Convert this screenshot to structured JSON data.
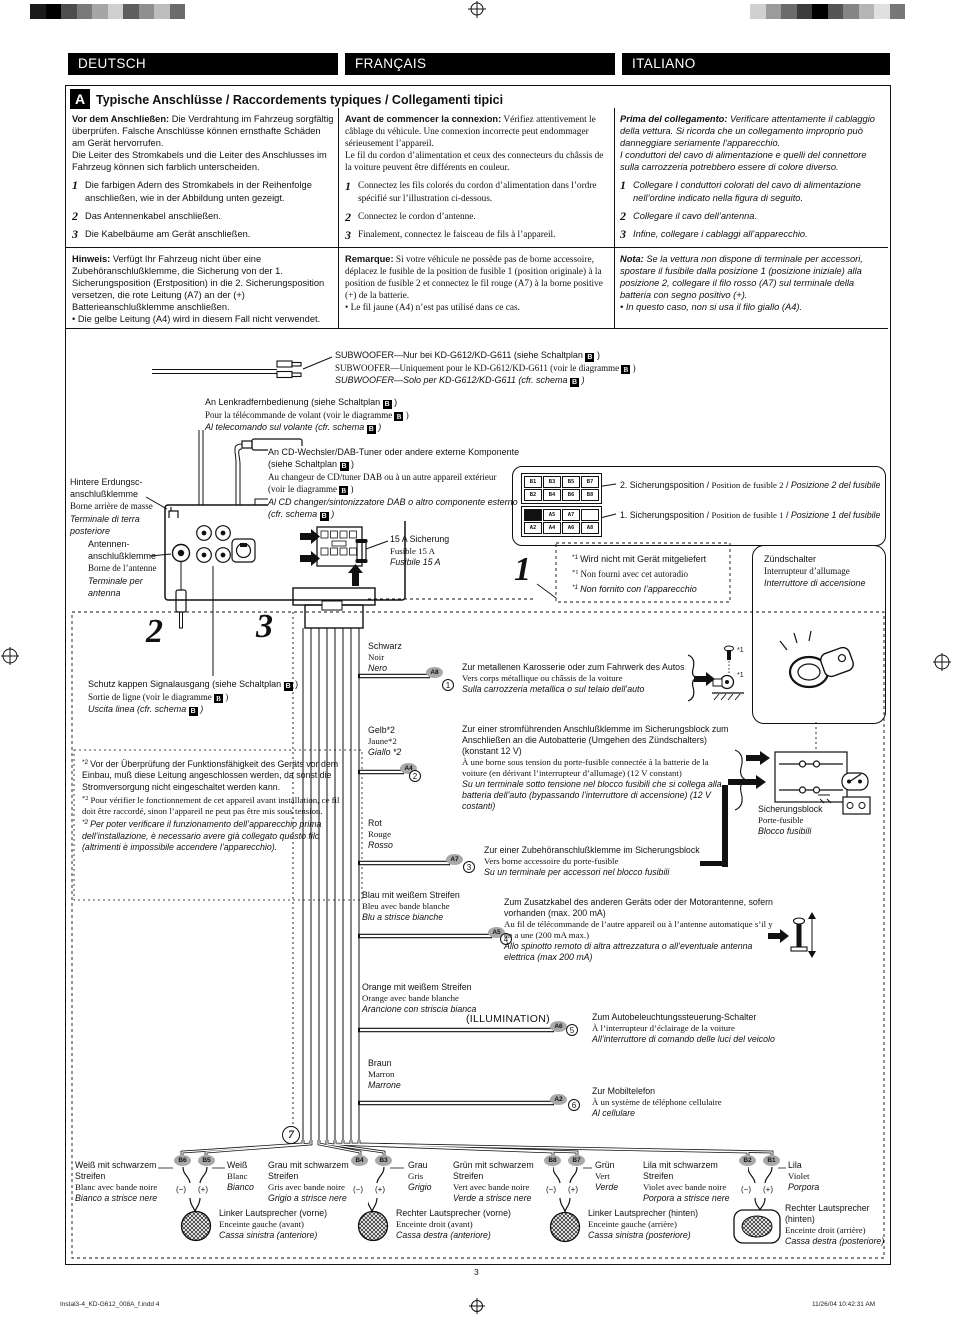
{
  "page": {
    "page_number": "3",
    "footer_left": "Instal3-4_KD-G612_008A_f.indd   4",
    "footer_right": "11/26/04   10:42:31 AM",
    "step_nums": [
      "1",
      "2",
      "3"
    ],
    "sep": " / "
  },
  "headers": {
    "de": "DEUTSCH",
    "fr": "FRANÇAIS",
    "it": "ITALIANO"
  },
  "section": {
    "letter": "A",
    "title": "Typische Anschlüsse / Raccordements typiques / Collegamenti tipici"
  },
  "intro": {
    "de": {
      "lead_b": "Vor dem Anschließen:",
      "lead": " Die Verdrahtung im Fahrzeug sorgfältig überprüfen. Falsche Anschlüsse können ernsthafte Schäden am Gerät hervorrufen.",
      "para2": "Die Leiter des Stromkabels und die Leiter des Anschlusses im Fahrzeug können sich farblich unterscheiden.",
      "steps": [
        "Die farbigen Adern des Stromkabels in der Reihenfolge anschließen, wie in der Abbildung unten gezeigt.",
        "Das Antennenkabel anschließen.",
        "Die Kabelbäume am Gerät anschließen."
      ]
    },
    "fr": {
      "lead_b": "Avant de commencer la connexion:",
      "lead": " Vérifiez attentivement le câblage du véhicule. Une connexion incorrecte peut endommager sérieusement l’appareil.",
      "para2": "Le fil du cordon d’alimentation et ceux des connecteurs du châssis de la voiture peuvent être différents en couleur.",
      "steps": [
        "Connectez les fils colorés du cordon d’alimentation dans l’ordre spécifié sur l’illustration ci-dessous.",
        "Connectez le cordon d’antenne.",
        "Finalement, connectez le faisceau de fils à l’appareil."
      ]
    },
    "it": {
      "lead_b": "Prima del collegamento:",
      "lead": " Verificare attentamente il cablaggio della vettura. Si ricorda che un collegamento improprio può danneggiare seriamente l’apparecchio.",
      "para2": "I conduttori del cavo di alimentazione e quelli del connettore sulla carrozzeria potrebbero essere di colore diverso.",
      "steps": [
        "Collegare I conduttori colorati del cavo di alimentazione nell’ordine indicato nella figura di seguito.",
        "Collegare il cavo dell’antenna.",
        "Infine, collegare i cablaggi all’apparecchio."
      ]
    }
  },
  "notes": {
    "de": {
      "b": "Hinweis:",
      "t": " Verfügt Ihr Fahrzeug nicht über eine Zubehöranschlußklemme, die Sicherung von der 1. Sicherungsposition (Erstposition) in die 2. Sicherungsposition versetzen, die rote Leitung (A7) an der (+) Batterieanschlußklemme anschließen.",
      "bullet": "• Die gelbe Leitung (A4) wird in diesem Fall nicht verwendet."
    },
    "fr": {
      "b": "Remarque:",
      "t": " Si votre véhicule ne possède pas de borne accessoire, déplacez le fusible de la position de fusible 1 (position originale) à la position de fusible 2 et connectez le fil rouge (A7) à la borne positive (+) de la batterie.",
      "bullet": "• Le fil jaune (A4) n’est pas utilisé dans ce cas."
    },
    "it": {
      "b": "Nota:",
      "t": " Se la vettura non dispone di terminale per accessori, spostare il fusibile dalla posizione 1 (posizione iniziale) alla posizione 2, collegare il filo rosso (A7) sul terminale della batteria con segno positivo (+).",
      "bullet": "• In questo caso, non si usa il filo giallo (A4)."
    }
  },
  "diagram": {
    "subwoofer": [
      {
        "t": "SUBWOOFER—Nur bei KD-G612/KD-G611 (siehe Schaltplan ",
        "lang": "de",
        "b": "B",
        "post": " )"
      },
      {
        "t": "SUBWOOFER—Uniquement pour le KD-G612/KD-G611 (voir le diagramme ",
        "lang": "fr",
        "b": "B",
        "post": " )"
      },
      {
        "t": "SUBWOOFER—Solo per KD-G612/KD-G611 (cfr. schema ",
        "lang": "it",
        "b": "B",
        "post": " )"
      }
    ],
    "steering": [
      {
        "t": "An Lenkradfernbedienung (siehe Schaltplan ",
        "lang": "de",
        "b": "B",
        "post": " )"
      },
      {
        "t": "Pour la télécommande de volant (voir le diagramme ",
        "lang": "fr",
        "b": "B",
        "post": " )"
      },
      {
        "t": "Al telecomando sul volante (cfr. schema ",
        "lang": "it",
        "b": "B",
        "post": " )"
      }
    ],
    "cd_changer": [
      {
        "t": "An CD-Wechsler/DAB-Tuner oder andere externe Komponente",
        "lang": "de"
      },
      {
        "t": "(siehe Schaltplan ",
        "lang": "de",
        "b": "B",
        "post": " )"
      },
      {
        "t": "Au changeur de CD/tuner DAB ou à un autre appareil extérieur",
        "lang": "fr"
      },
      {
        "t": "(voir le diagramme ",
        "lang": "fr",
        "b": "B",
        "post": " )"
      },
      {
        "t": "Al CD changer/sintonizzatore DAB o altro componente esterno",
        "lang": "it"
      },
      {
        "t": "(cfr. schema ",
        "lang": "it",
        "b": "B",
        "post": " )"
      }
    ],
    "ground_terminal": [
      {
        "t": "Hintere Erdungsc-",
        "lang": "de"
      },
      {
        "t": "anschlußklemme",
        "lang": "de"
      },
      {
        "t": "Borne arrière de masse",
        "lang": "fr"
      },
      {
        "t": "Terminale di terra",
        "lang": "it"
      },
      {
        "t": "posteriore",
        "lang": "it"
      }
    ],
    "antenna_terminal": [
      {
        "t": "Antennen-",
        "lang": "de"
      },
      {
        "t": "anschlußklemme",
        "lang": "de"
      },
      {
        "t": "Borne de l’antenne",
        "lang": "fr"
      },
      {
        "t": "Terminale per",
        "lang": "it"
      },
      {
        "t": "antenna",
        "lang": "it"
      }
    ],
    "line_out": [
      {
        "t": "Schutz kappen Signalausgang (siehe Schaltplan ",
        "lang": "de",
        "b": "B",
        "post": " )"
      },
      {
        "t": "Sortie de ligne (voir le diagramme ",
        "lang": "fr",
        "b": "B",
        "post": " )"
      },
      {
        "t": "Uscita linea (cfr. schema ",
        "lang": "it",
        "b": "B",
        "post": " )"
      }
    ],
    "fuse15": [
      {
        "t": "15 A Sicherung",
        "lang": "de"
      },
      {
        "t": "Fusible 15 A",
        "lang": "fr"
      },
      {
        "t": "Fusibile 15 A",
        "lang": "it"
      }
    ],
    "fusepos2": {
      "de": "2. Sicherungsposition",
      "fr": "Position de fusible 2",
      "it": "Posizione 2 del fusibile"
    },
    "fusepos1": {
      "de": "1. Sicherungsposition",
      "fr": "Position de fusible 1",
      "it": "Posizione 1 del fusibile"
    },
    "pins": {
      "b_rows": [
        [
          "B1",
          "B3",
          "B5",
          "B7"
        ],
        [
          "B2",
          "B4",
          "B6",
          "B8"
        ]
      ],
      "a_rows": [
        [
          "",
          "A5",
          "A7",
          ""
        ],
        [
          "A2",
          "A4",
          "A6",
          "A8"
        ]
      ]
    },
    "not_supplied": [
      {
        "t": "Wird nicht mit Gerät mitgeliefert",
        "lang": "de",
        "pre": "*1"
      },
      {
        "t": "Non fourni avec cet autoradio",
        "lang": "fr",
        "pre": "*1"
      },
      {
        "t": "Non fornito con l’apparecchio",
        "lang": "it",
        "pre": "*1"
      }
    ],
    "ignition": [
      {
        "t": "Zündschalter",
        "lang": "de"
      },
      {
        "t": "Interrupteur d’allumage",
        "lang": "fr"
      },
      {
        "t": "Interruttore di accensione",
        "lang": "it"
      }
    ],
    "fuse_block": [
      {
        "t": "Sicherungsblock",
        "lang": "de"
      },
      {
        "t": "Porte-fusible",
        "lang": "fr"
      },
      {
        "t": "Blocco fusibili",
        "lang": "it"
      }
    ],
    "note2": [
      {
        "t": "Vor der Überprüfung der Funktionsfähigkeit des Geräts vor dem Einbau, muß diese Leitung angeschlossen werden, da sonst die Stromversorgung nicht eingeschaltet werden kann.",
        "lang": "de",
        "pre": "*2"
      },
      {
        "t": "Pour vérifier le fonctionnement de cet appareil avant installation, ce fil doit être raccordé, sinon l’appareil ne peut pas être mis sous tension.",
        "lang": "fr",
        "pre": "*2"
      },
      {
        "t": "Per poter verificare il funzionamento dell’apparecchio prima dell’installazione, è necessario avere già collegato questo filo (altrimenti è impossibile accendere l’apparecchio).",
        "lang": "it",
        "pre": "*2"
      }
    ],
    "illumination": "(ILLUMINATION)",
    "circled7": "7",
    "stars": {
      "s1": "*1",
      "s2": "*2"
    },
    "polarity": {
      "minus": "(−)",
      "plus": "(+)"
    },
    "wires": [
      {
        "badge": "A8",
        "num": "1",
        "colors": [
          {
            "t": "Schwarz",
            "lang": "de"
          },
          {
            "t": "Noir",
            "lang": "fr"
          },
          {
            "t": "Nero",
            "lang": "it"
          }
        ],
        "dest": [
          {
            "t": "Zur metallenen Karosserie oder zum Fahrwerk des Autos",
            "lang": "de"
          },
          {
            "t": "Vers corps métallique ou châssis de la voiture",
            "lang": "fr"
          },
          {
            "t": "Sulla carrozzeria metallica o sul telaio dell’auto",
            "lang": "it"
          }
        ]
      },
      {
        "badge": "A4",
        "num": "2",
        "colors": [
          {
            "t": "Gelb*2",
            "lang": "de"
          },
          {
            "t": "Jaune*2",
            "lang": "fr"
          },
          {
            "t": "Giallo *2",
            "lang": "it"
          }
        ],
        "dest": [
          {
            "t": "Zur einer stromführenden Anschlußklemme im Sicherungsblock zum Anschließen an die Autobatterie (Umgehen des Zündschalters) (konstant 12 V)",
            "lang": "de"
          },
          {
            "t": "À une borne sous tension du porte-fusible connectée à la batterie de la voiture (en dérivant l’interrupteur d’allumage) (12 V constant)",
            "lang": "fr"
          },
          {
            "t": "Su un terminale sotto tensione nel blocco fusibili che si collega alla batteria dell’auto (bypassando l’interruttore di accensione) (12 V costanti)",
            "lang": "it"
          }
        ]
      },
      {
        "badge": "A7",
        "num": "3",
        "colors": [
          {
            "t": "Rot",
            "lang": "de"
          },
          {
            "t": "Rouge",
            "lang": "fr"
          },
          {
            "t": "Rosso",
            "lang": "it"
          }
        ],
        "dest": [
          {
            "t": "Zur einer Zubehöranschlußklemme im Sicherungsblock",
            "lang": "de"
          },
          {
            "t": "Vers borne accessoire du porte-fusible",
            "lang": "fr"
          },
          {
            "t": "Su un terminale per accessori nel blocco fusibili",
            "lang": "it"
          }
        ]
      },
      {
        "badge": "A5",
        "num": "4",
        "colors": [
          {
            "t": "Blau mit weißem Streifen",
            "lang": "de"
          },
          {
            "t": "Bleu avec bande blanche",
            "lang": "fr"
          },
          {
            "t": "Blu a strisce bianche",
            "lang": "it"
          }
        ],
        "dest": [
          {
            "t": "Zum Zusatzkabel des anderen Geräts oder der Motorantenne, sofern vorhanden (max. 200 mA)",
            "lang": "de"
          },
          {
            "t": "Au fil de télécommande de l’autre appareil ou à l’antenne automatique s’il y en a une (200 mA max.)",
            "lang": "fr"
          },
          {
            "t": "Allo spinotto remoto di altra attrezzatura o all’eventuale antenna elettrica (max 200 mA)",
            "lang": "it"
          }
        ]
      },
      {
        "badge": "A6",
        "num": "5",
        "colors": [
          {
            "t": "Orange mit weißem Streifen",
            "lang": "de"
          },
          {
            "t": "Orange avec bande blanche",
            "lang": "fr"
          },
          {
            "t": "Arancione con striscia bianca",
            "lang": "it"
          }
        ],
        "dest": [
          {
            "t": "Zum Autobeleuchtungssteuerung-Schalter",
            "lang": "de"
          },
          {
            "t": "À l’interrupteur d’éclairage de la voiture",
            "lang": "fr"
          },
          {
            "t": "All’interruttore di comando delle luci del veicolo",
            "lang": "it"
          }
        ]
      },
      {
        "badge": "A2",
        "num": "6",
        "colors": [
          {
            "t": "Braun",
            "lang": "de"
          },
          {
            "t": "Marron",
            "lang": "fr"
          },
          {
            "t": "Marrone",
            "lang": "it"
          }
        ],
        "dest": [
          {
            "t": "Zur Mobiltelefon",
            "lang": "de"
          },
          {
            "t": "À un système de téléphone cellulaire",
            "lang": "fr"
          },
          {
            "t": "Al cellulare",
            "lang": "it"
          }
        ]
      }
    ],
    "speakers": [
      {
        "badges": [
          "B6",
          "B5"
        ],
        "stripe": [
          {
            "t": "Weiß mit schwarzem Streifen",
            "lang": "de"
          },
          {
            "t": "Blanc avec bande noire",
            "lang": "fr"
          },
          {
            "t": "Bianco a strisce nere",
            "lang": "it"
          }
        ],
        "solid": [
          {
            "t": "Weiß",
            "lang": "de"
          },
          {
            "t": "Blanc",
            "lang": "fr"
          },
          {
            "t": "Bianco",
            "lang": "it"
          }
        ],
        "name": [
          {
            "t": "Linker Lautsprecher (vorne)",
            "lang": "de"
          },
          {
            "t": "Enceinte gauche (avant)",
            "lang": "fr"
          },
          {
            "t": "Cassa sinistra (anteriore)",
            "lang": "it"
          }
        ]
      },
      {
        "badges": [
          "B4",
          "B3"
        ],
        "stripe": [
          {
            "t": "Grau mit schwarzem Streifen",
            "lang": "de"
          },
          {
            "t": "Gris avec bande noire",
            "lang": "fr"
          },
          {
            "t": "Grigio a strisce nere",
            "lang": "it"
          }
        ],
        "solid": [
          {
            "t": "Grau",
            "lang": "de"
          },
          {
            "t": "Gris",
            "lang": "fr"
          },
          {
            "t": "Grigio",
            "lang": "it"
          }
        ],
        "name": [
          {
            "t": "Rechter Lautsprecher (vorne)",
            "lang": "de"
          },
          {
            "t": "Enceinte droit (avant)",
            "lang": "fr"
          },
          {
            "t": "Cassa destra (anteriore)",
            "lang": "it"
          }
        ]
      },
      {
        "badges": [
          "B8",
          "B7"
        ],
        "stripe": [
          {
            "t": "Grün mit schwarzem Streifen",
            "lang": "de"
          },
          {
            "t": "Vert avec bande noire",
            "lang": "fr"
          },
          {
            "t": "Verde a strisce nere",
            "lang": "it"
          }
        ],
        "solid": [
          {
            "t": "Grün",
            "lang": "de"
          },
          {
            "t": "Vert",
            "lang": "fr"
          },
          {
            "t": "Verde",
            "lang": "it"
          }
        ],
        "name": [
          {
            "t": "Linker Lautsprecher (hinten)",
            "lang": "de"
          },
          {
            "t": "Enceinte gauche (arrière)",
            "lang": "fr"
          },
          {
            "t": "Cassa sinistra (posteriore)",
            "lang": "it"
          }
        ]
      },
      {
        "badges": [
          "B2",
          "B1"
        ],
        "stripe": [
          {
            "t": "Lila mit schwarzem Streifen",
            "lang": "de"
          },
          {
            "t": "Violet avec bande noire",
            "lang": "fr"
          },
          {
            "t": "Porpora a strisce nere",
            "lang": "it"
          }
        ],
        "solid": [
          {
            "t": "Lila",
            "lang": "de"
          },
          {
            "t": "Violet",
            "lang": "fr"
          },
          {
            "t": "Porpora",
            "lang": "it"
          }
        ],
        "name": [
          {
            "t": "Rechter Lautsprecher (hinten)",
            "lang": "de"
          },
          {
            "t": "Enceinte droit (arrière)",
            "lang": "fr"
          },
          {
            "t": "Cassa destra (posteriore)",
            "lang": "it"
          }
        ]
      }
    ]
  }
}
